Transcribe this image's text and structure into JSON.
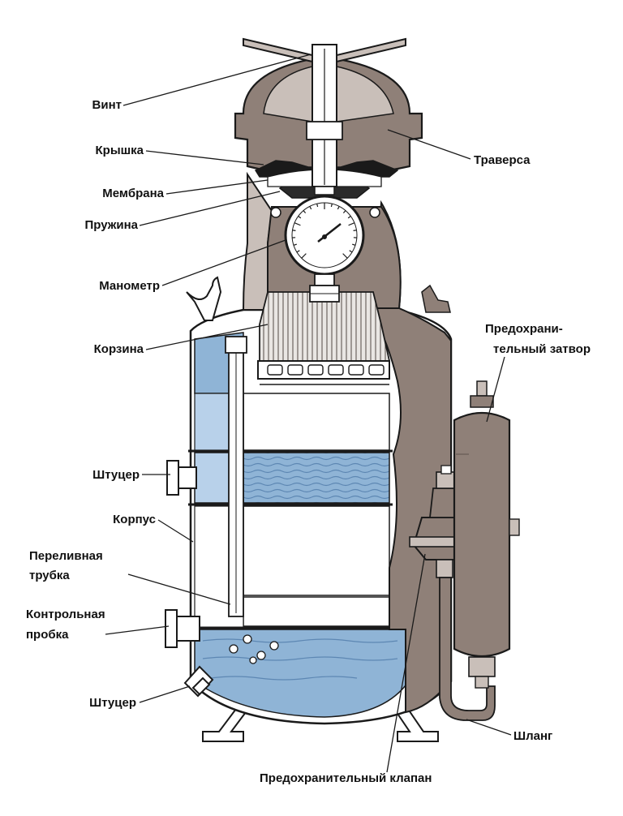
{
  "labels": {
    "vint": "Винт",
    "kryshka": "Крышка",
    "membrana": "Мембрана",
    "pruzhina": "Пружина",
    "manometr": "Манометр",
    "korzina": "Корзина",
    "shtucer_top": "Штуцер",
    "korpus": "Корпус",
    "perelivnaya_1": "Переливная",
    "perelivnaya_2": "трубка",
    "kontrolnaya_1": "Контрольная",
    "kontrolnaya_2": "пробка",
    "shtucer_bottom": "Штуцер",
    "traversa": "Траверса",
    "zatvor_1": "Предохрани-",
    "zatvor_2": "тельный затвор",
    "shlang": "Шланг",
    "klapan": "Предохранительный клапан"
  },
  "colors": {
    "water": "#8fb4d6",
    "water_light": "#b8d1ea",
    "metal": "#8f8078",
    "metal_dark": "#5e524c",
    "metal_light": "#c9bfb9",
    "outline": "#1a1a1a",
    "white": "#ffffff"
  }
}
